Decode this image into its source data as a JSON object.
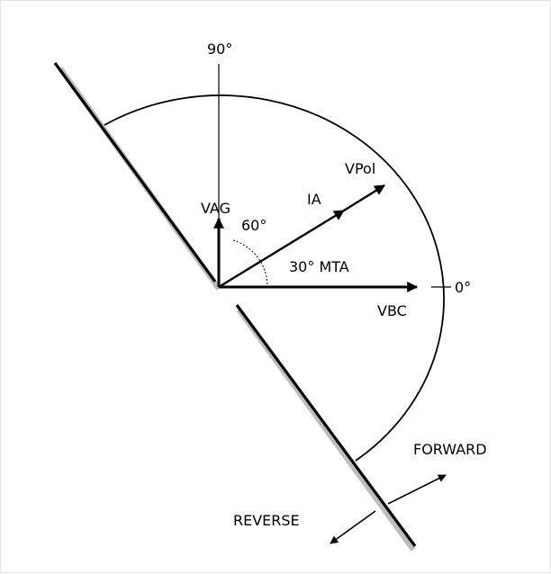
{
  "diagram": {
    "labels": {
      "angle_90": "90°",
      "angle_0": "0°",
      "vpol": "VPol",
      "ia": "IA",
      "vag": "VAG",
      "angle_60": "60°",
      "mta": "30° MTA",
      "vbc": "VBC",
      "forward": "FORWARD",
      "reverse": "REVERSE"
    },
    "colors": {
      "line": "#000000",
      "shadow": "#bdbdbd",
      "border": "#e4e4e4",
      "background": "#ffffff"
    }
  }
}
